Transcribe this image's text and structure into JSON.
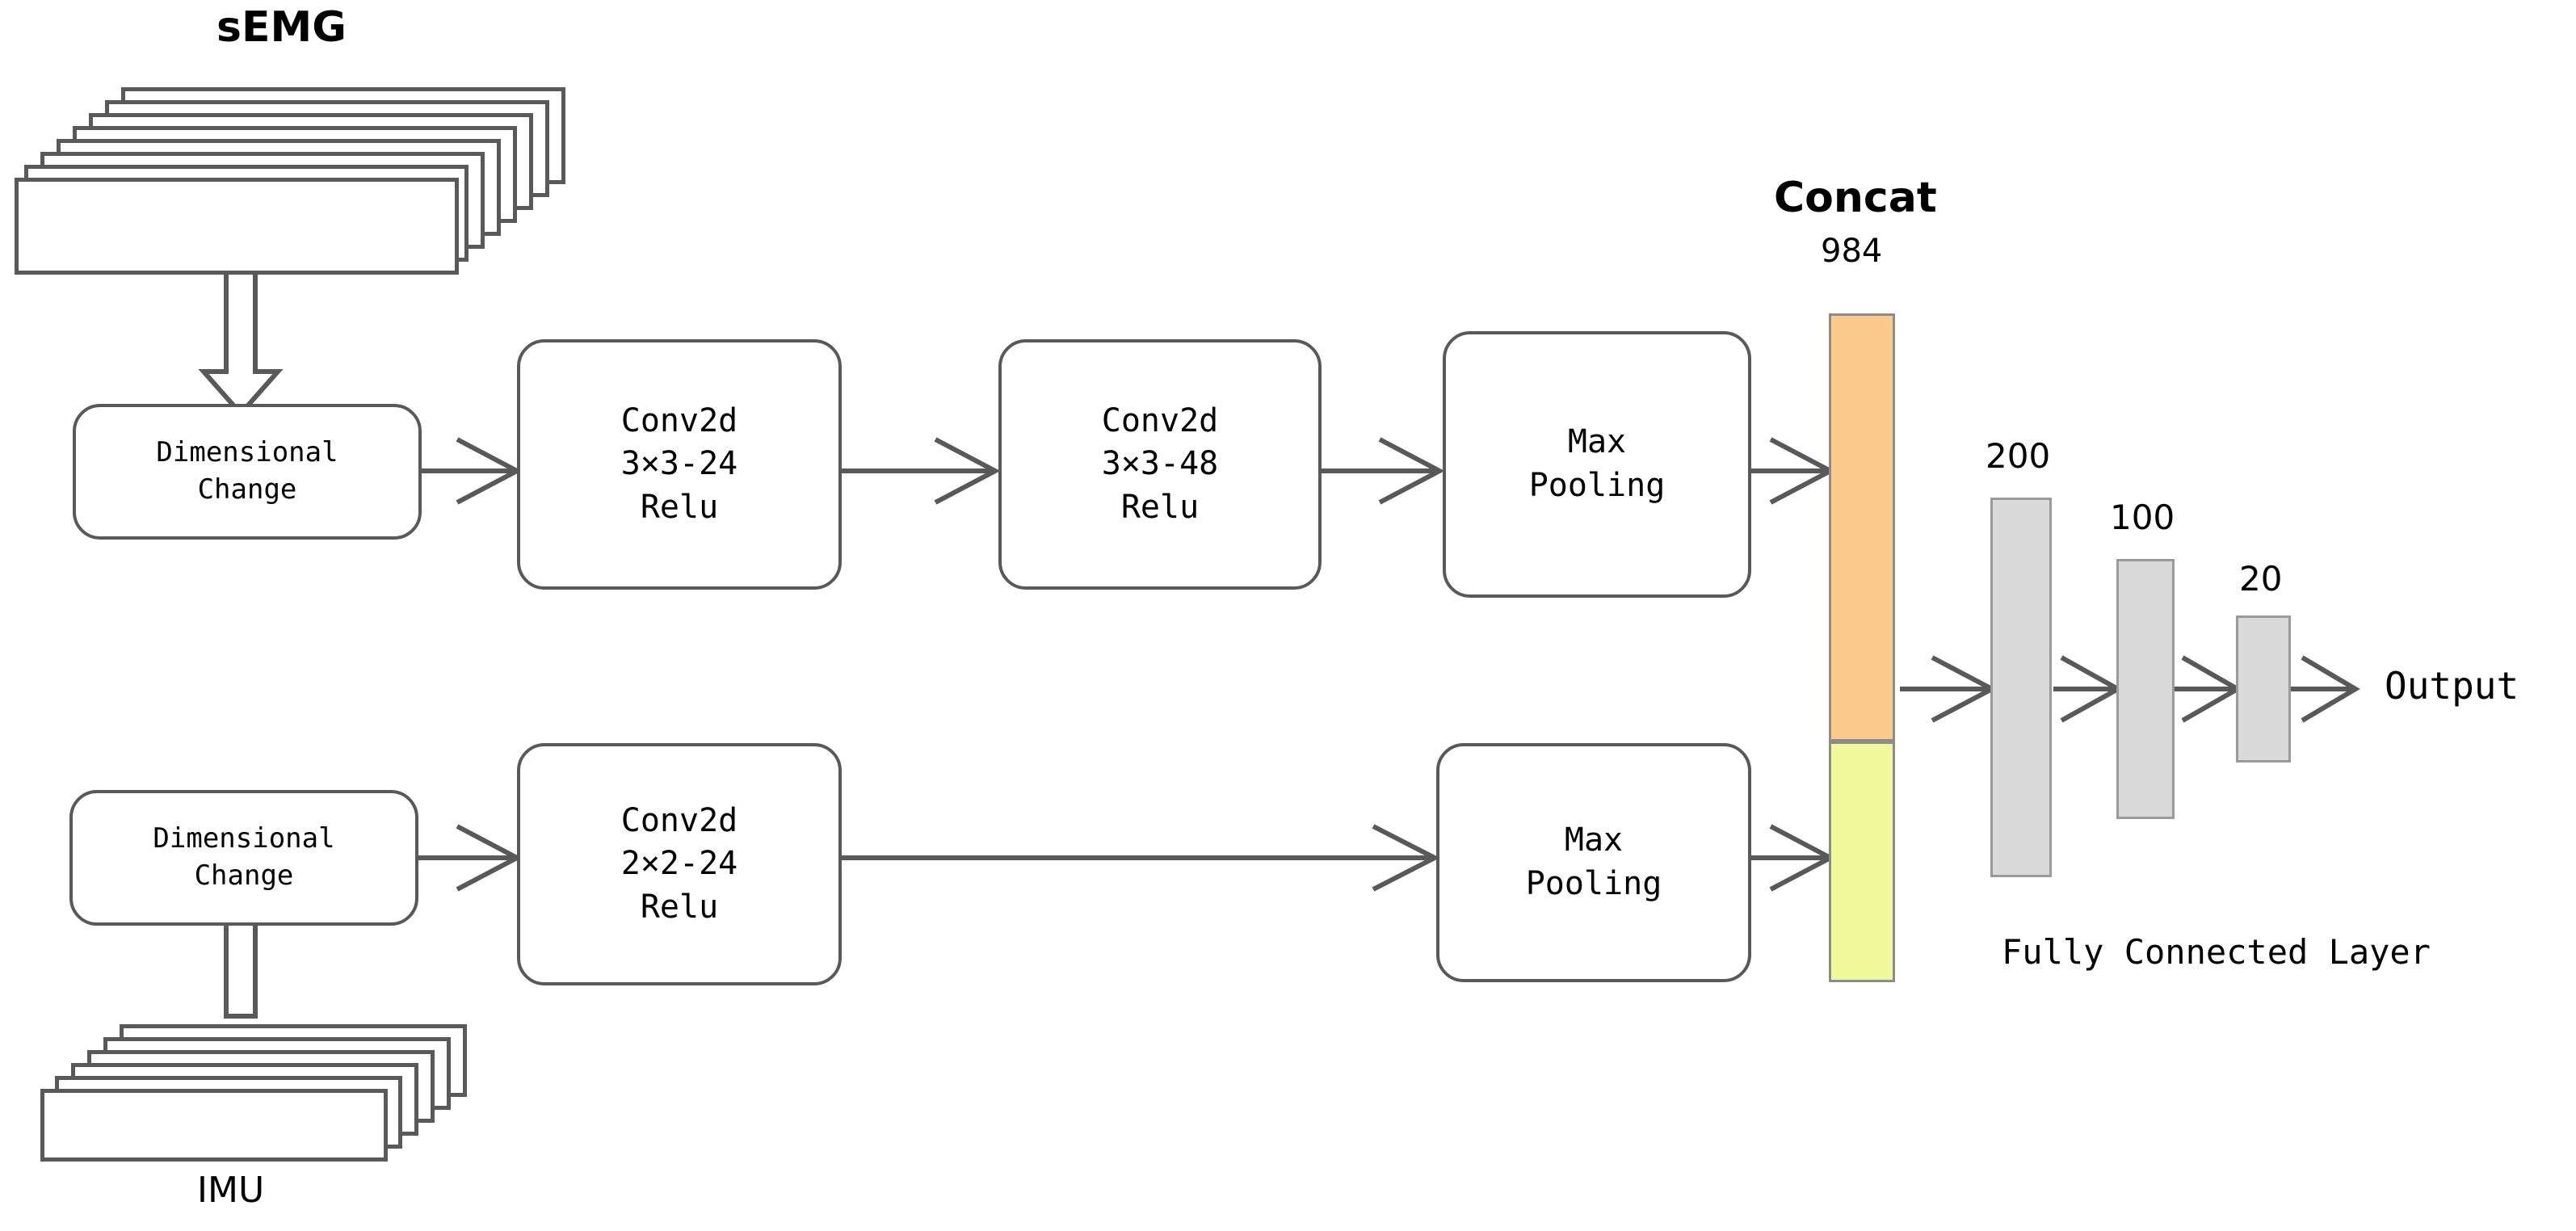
{
  "diagram": {
    "title": "sEMG and IMU dual-branch CNN architecture",
    "colors": {
      "stroke": "#595959",
      "concat_top": "#FBC98A",
      "concat_bottom": "#F0F89C",
      "fc_fill": "#D9D9D9",
      "fc_border": "#9A9A9A",
      "background": "#FFFFFF",
      "text": "#000000"
    }
  },
  "inputs": {
    "semg": {
      "label": "sEMG",
      "sheet_count": 8
    },
    "imu": {
      "label": "IMU",
      "sheet_count": 6
    }
  },
  "branches": {
    "top": {
      "dimensional_change": {
        "line1": "Dimensional",
        "line2": "Change"
      },
      "conv1": {
        "line1": "Conv2d",
        "line2": "3×3-24",
        "line3": "Relu"
      },
      "conv2": {
        "line1": "Conv2d",
        "line2": "3×3-48",
        "line3": "Relu"
      },
      "pool": {
        "line1": "Max",
        "line2": "Pooling"
      }
    },
    "bottom": {
      "dimensional_change": {
        "line1": "Dimensional",
        "line2": "Change"
      },
      "conv1": {
        "line1": "Conv2d",
        "line2": "2×2-24",
        "line3": "Relu"
      },
      "pool": {
        "line1": "Max",
        "line2": "Pooling"
      }
    }
  },
  "concat": {
    "title": "Concat",
    "size": "984"
  },
  "fully_connected": {
    "caption": "Fully Connected Layer",
    "layers": [
      {
        "units": "200"
      },
      {
        "units": "100"
      },
      {
        "units": "20"
      }
    ]
  },
  "output": {
    "label": "Output"
  }
}
